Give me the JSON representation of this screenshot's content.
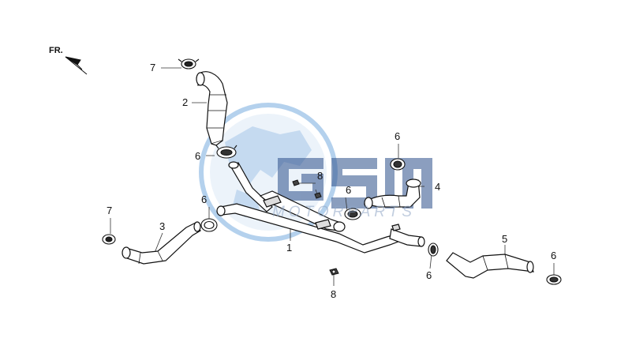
{
  "watermark": {
    "brand": "GSM",
    "subtitle": "MOTORPARTS",
    "colors": {
      "globe": "#4f8fd4",
      "letters": "#2c4f8a"
    }
  },
  "direction_marker": {
    "label": "FR."
  },
  "callouts": [
    {
      "id": "c7a",
      "text": "7"
    },
    {
      "id": "c2",
      "text": "2"
    },
    {
      "id": "c6a",
      "text": "6"
    },
    {
      "id": "c8a",
      "text": "8"
    },
    {
      "id": "c6b",
      "text": "6"
    },
    {
      "id": "c6c",
      "text": "6"
    },
    {
      "id": "c4",
      "text": "4"
    },
    {
      "id": "c6d",
      "text": "6"
    },
    {
      "id": "c7b",
      "text": "7"
    },
    {
      "id": "c3",
      "text": "3"
    },
    {
      "id": "c1",
      "text": "1"
    },
    {
      "id": "c5",
      "text": "5"
    },
    {
      "id": "c6e",
      "text": "6"
    },
    {
      "id": "c6f",
      "text": "6"
    },
    {
      "id": "c8b",
      "text": "8"
    }
  ]
}
